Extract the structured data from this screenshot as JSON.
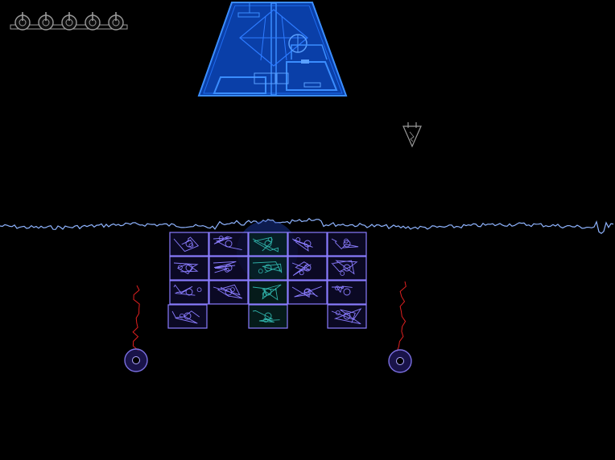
{
  "hud": {
    "lives": 5,
    "life_icon": "player-ship-icon"
  },
  "mothership": {
    "icon": "mothership-icon",
    "hull_color": "#0a3fa8",
    "line_color": "#3a8dff"
  },
  "player": {
    "icon": "player-ship-icon"
  },
  "terrain": {
    "color": "#8fb4ff"
  },
  "bunker": {
    "icon": "bunker-icon",
    "rows": [
      [
        1,
        1,
        1,
        1,
        1
      ],
      [
        1,
        1,
        1,
        1,
        1
      ],
      [
        1,
        1,
        1,
        1,
        1
      ],
      [
        1,
        0,
        1,
        0,
        1
      ]
    ],
    "block_color": "#8a7cff",
    "core_color": "#2fb0a8"
  },
  "turrets": {
    "count": 2,
    "icon": "turret-icon",
    "color": "#7a6fe0",
    "tether_color": "#e02020"
  },
  "colors": {
    "background": "#000000",
    "hud_gray": "#9a9a9a"
  }
}
